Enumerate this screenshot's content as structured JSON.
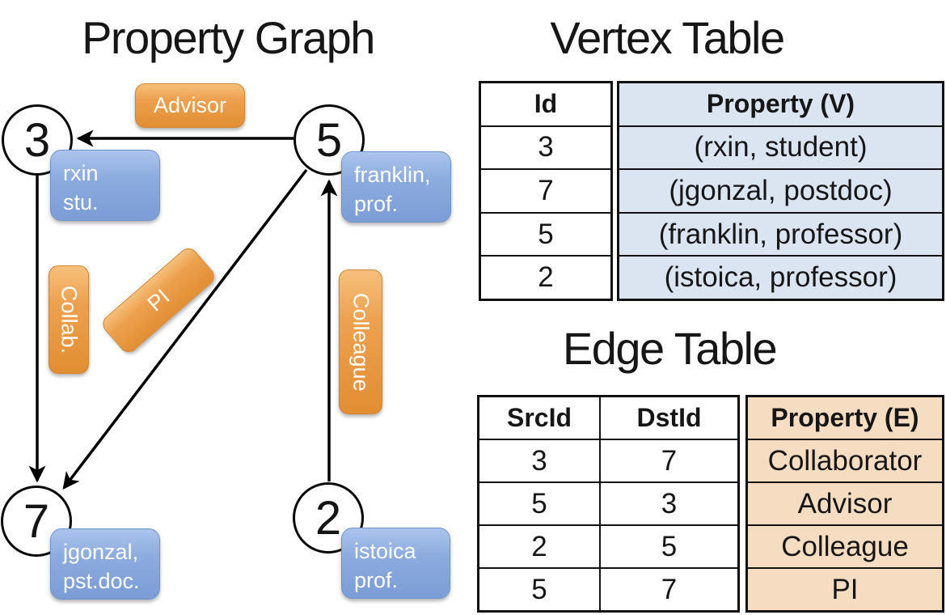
{
  "graph": {
    "title": "Property Graph",
    "nodes": [
      {
        "id": "3",
        "prop_line1": "rxin",
        "prop_line2": "stu."
      },
      {
        "id": "5",
        "prop_line1": "franklin,",
        "prop_line2": "prof."
      },
      {
        "id": "7",
        "prop_line1": "jgonzal,",
        "prop_line2": "pst.doc."
      },
      {
        "id": "2",
        "prop_line1": "istoica",
        "prop_line2": "prof."
      }
    ],
    "edge_labels": [
      "Advisor",
      "Collab.",
      "PI",
      "Colleague"
    ]
  },
  "vertex_table": {
    "title": "Vertex Table",
    "columns": [
      "Id",
      "Property (V)"
    ],
    "rows": [
      [
        "3",
        "(rxin, student)"
      ],
      [
        "7",
        "(jgonzal, postdoc)"
      ],
      [
        "5",
        "(franklin, professor)"
      ],
      [
        "2",
        "(istoica, professor)"
      ]
    ]
  },
  "edge_table": {
    "title": "Edge Table",
    "columns": [
      "SrcId",
      "DstId",
      "Property (E)"
    ],
    "rows": [
      [
        "3",
        "7",
        "Collaborator"
      ],
      [
        "5",
        "3",
        "Advisor"
      ],
      [
        "2",
        "5",
        "Colleague"
      ],
      [
        "5",
        "7",
        "PI"
      ]
    ]
  },
  "colors": {
    "edge_label_orange": "#eda14f",
    "vertex_property_blue": "#8cabde",
    "vertex_table_fill": "#dbe5f2",
    "edge_table_fill": "#f6dcc1",
    "line_stroke": "#000000",
    "node_fill": "#ffffff",
    "text_on_boxes": "#ffffff"
  }
}
